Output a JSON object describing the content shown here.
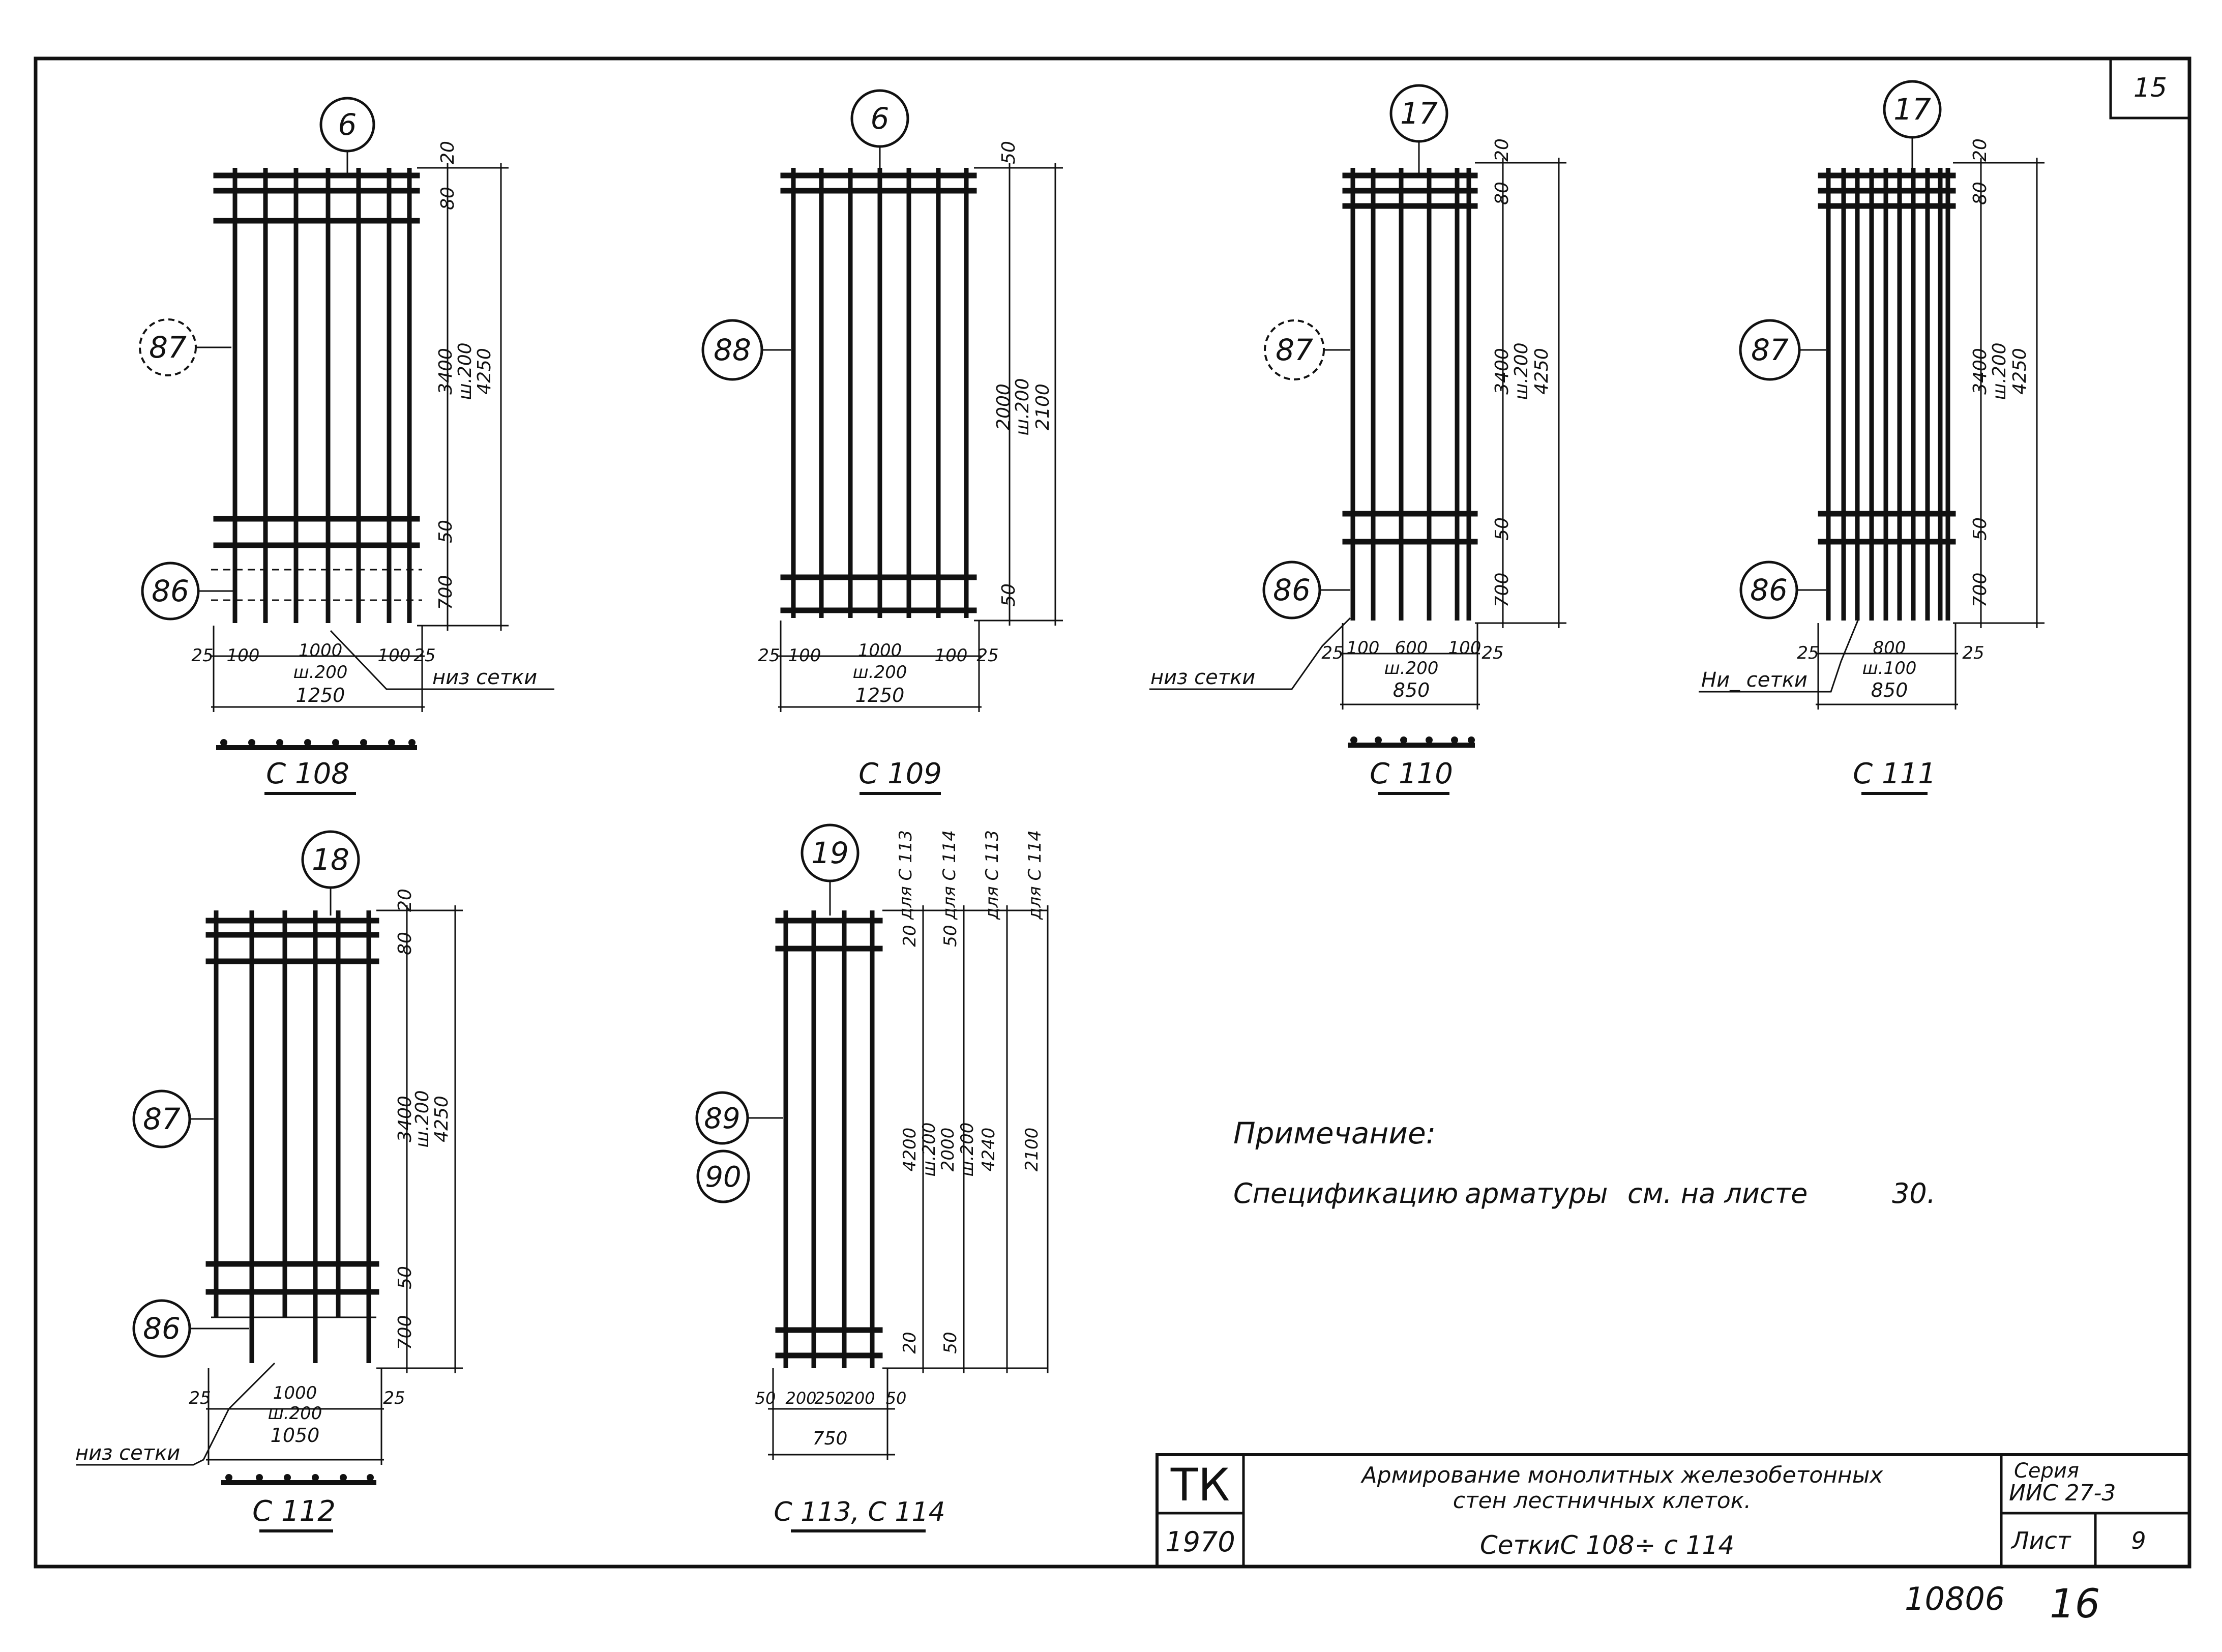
{
  "sheet_corner": "15",
  "meshes": [
    {
      "id": "c108",
      "caption": "С 108",
      "top_marker": "6",
      "side_markers": [
        "87",
        "86"
      ],
      "vertical_dims": [
        "20",
        "80",
        "3400",
        "ш.200",
        "4250",
        "50",
        "700"
      ],
      "horizontal_dims": [
        "25",
        "100",
        "1000",
        "ш.200",
        "100",
        "25",
        "1250"
      ],
      "bottom_label": "низ сетки"
    },
    {
      "id": "c109",
      "caption": "С 109",
      "top_marker": "6",
      "side_markers": [
        "88"
      ],
      "vertical_dims": [
        "50",
        "2000",
        "ш.200",
        "2100",
        "50"
      ],
      "horizontal_dims": [
        "25",
        "100",
        "1000",
        "ш.200",
        "100",
        "25",
        "1250"
      ]
    },
    {
      "id": "c110",
      "caption": "С 110",
      "top_marker": "17",
      "side_markers": [
        "87",
        "86"
      ],
      "vertical_dims": [
        "20",
        "80",
        "3400",
        "ш.200",
        "4250",
        "50",
        "700"
      ],
      "horizontal_dims": [
        "25",
        "100",
        "600",
        "ш.200",
        "100",
        "25",
        "850"
      ],
      "bottom_label": "низ сетки"
    },
    {
      "id": "c111",
      "caption": "С 111",
      "top_marker": "17",
      "side_markers": [
        "87",
        "86"
      ],
      "vertical_dims": [
        "20",
        "80",
        "3400",
        "ш.200",
        "4250",
        "50",
        "700"
      ],
      "horizontal_dims": [
        "25",
        "800",
        "ш.100",
        "25",
        "850"
      ],
      "bottom_label": "Ни_ сетки"
    },
    {
      "id": "c112",
      "caption": "С 112",
      "top_marker": "18",
      "side_markers": [
        "87",
        "86"
      ],
      "vertical_dims": [
        "20",
        "80",
        "3400",
        "ш.200",
        "4250",
        "50",
        "700"
      ],
      "horizontal_dims": [
        "25",
        "1000",
        "ш.200",
        "25",
        "1050"
      ],
      "bottom_label": "низ сетки"
    },
    {
      "id": "c113",
      "caption": "С 113, С 114",
      "top_marker": "19",
      "side_markers": [
        "89",
        "90"
      ],
      "column_labels": [
        "для С 113",
        "для С 114",
        "для С 113",
        "для С 114"
      ],
      "vertical_dims": [
        "20",
        "4200",
        "ш.200",
        "20",
        "50",
        "2000",
        "ш.200",
        "50",
        "4240",
        "2100"
      ],
      "horizontal_dims": [
        "50",
        "200",
        "250",
        "200",
        "50",
        "750"
      ]
    }
  ],
  "note": {
    "title": "Примечание:",
    "words": [
      "Спецификацию",
      "арматуры",
      "см. на листе",
      "30."
    ]
  },
  "title_block": {
    "org": "ТК",
    "year": "1970",
    "title_line1": "Армирование монолитных железобетонных",
    "title_line2": "стен лестничных клеток.",
    "title_line3": "СеткиС 108÷ с 114",
    "series_label": "Серия",
    "series_value": "ИИС 27-3",
    "sheet_label": "Лист",
    "sheet_value": "9"
  },
  "archive_number": "10806",
  "page_number": "16"
}
